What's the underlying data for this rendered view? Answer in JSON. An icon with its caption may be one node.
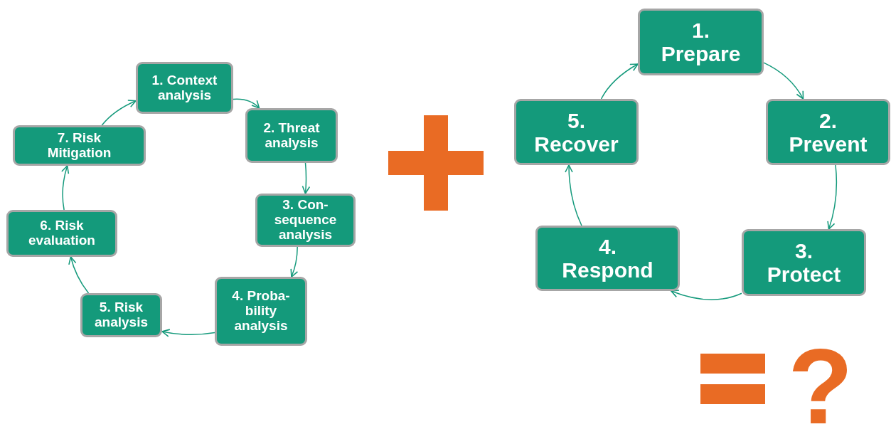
{
  "diagram": {
    "nodes": [
      {
        "text": [
          "1. Context analysis"
        ]
      },
      {
        "text": [
          "2. Threat analysis"
        ]
      },
      {
        "text": [
          "3. Con- sequence analysis"
        ]
      },
      {
        "text": [
          "4. Proba- bility analysis"
        ]
      },
      {
        "text": [
          "5. Risk analysis"
        ]
      },
      {
        "text": [
          "6. Risk evaluation"
        ]
      },
      {
        "text": [
          "7. Risk Mitigation"
        ]
      },
      {
        "text": [
          "1. Prepare"
        ]
      },
      {
        "text": [
          "2. Prevent"
        ]
      },
      {
        "text": [
          "3. Protect"
        ]
      },
      {
        "text": [
          "4. Respond"
        ]
      },
      {
        "text": [
          "5. Recover"
        ]
      }
    ],
    "edges": [
      {
        "from": 0,
        "to": 1,
        "arrow": "to"
      },
      {
        "from": 1,
        "to": 2,
        "arrow": "to"
      },
      {
        "from": 2,
        "to": 3,
        "arrow": "to"
      },
      {
        "from": 3,
        "to": 4,
        "arrow": "to"
      },
      {
        "from": 4,
        "to": 5,
        "arrow": "to"
      },
      {
        "from": 5,
        "to": 6,
        "arrow": "to"
      },
      {
        "from": 6,
        "to": 0,
        "arrow": "to"
      },
      {
        "from": 7,
        "to": 8,
        "arrow": "to"
      },
      {
        "from": 8,
        "to": 9,
        "arrow": "to"
      },
      {
        "from": 9,
        "to": 10,
        "arrow": "to"
      },
      {
        "from": 10,
        "to": 11,
        "arrow": "to"
      },
      {
        "from": 11,
        "to": 7,
        "arrow": "to"
      }
    ],
    "labels": [
      "?"
    ]
  }
}
